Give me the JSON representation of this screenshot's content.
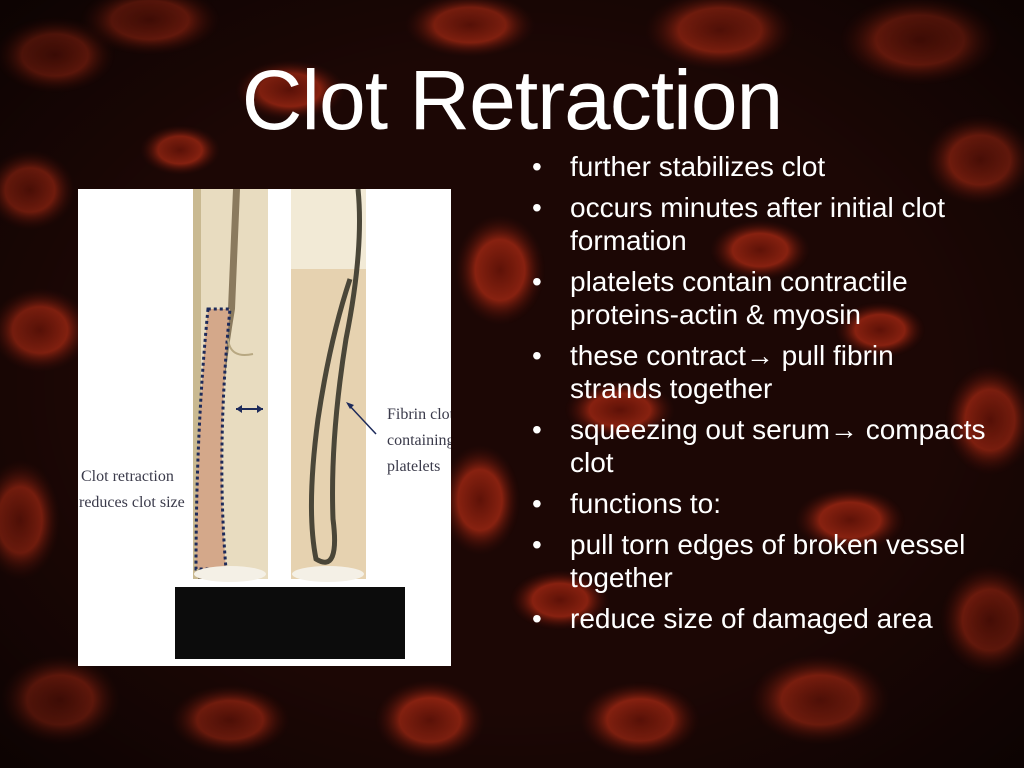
{
  "slide": {
    "title": "Clot Retraction",
    "bullets": [
      "further stabilizes clot",
      "occurs minutes after initial clot formation",
      "platelets contain contractile proteins-actin & myosin",
      "these contract→ pull fibrin strands together",
      "squeezing out serum→ compacts clot",
      "functions to:",
      "pull torn edges of  broken vessel together",
      "reduce size of damaged area"
    ],
    "bullet_glyph": "•"
  },
  "figure": {
    "left_label_line1": "Clot retraction",
    "left_label_line2": "reduces clot size",
    "right_label_line1": "Fibrin clot",
    "right_label_line2": "containing",
    "right_label_line3": "platelets"
  },
  "colors": {
    "background": "#1a0604",
    "blood_cell": "#8a1e10",
    "text": "#ffffff"
  }
}
